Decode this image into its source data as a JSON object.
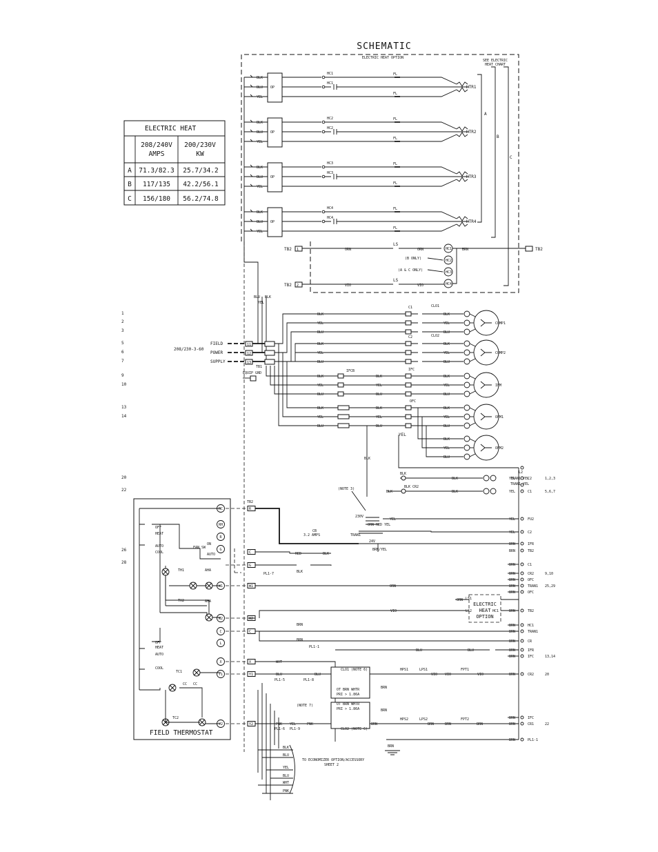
{
  "title": "SCHEMATIC",
  "electric_heat_option_label": "ELECTRIC HEAT OPTION",
  "see_chart_note": [
    "SEE ELECTRIC",
    "HEAT CHART"
  ],
  "heat_table": {
    "title": "ELECTRIC HEAT",
    "headers": [
      "208/240V AMPS",
      "200/230V KW"
    ],
    "rows": [
      {
        "label": "A",
        "amps": "71.3/82.3",
        "kw": "25.7/34.2"
      },
      {
        "label": "B",
        "amps": "117/135",
        "kw": "42.2/56.1"
      },
      {
        "label": "C",
        "amps": "156/180",
        "kw": "56.2/74.8"
      }
    ]
  },
  "heaters": [
    {
      "name": "HTR1",
      "contactor": "HC1",
      "wires": [
        "BLK",
        "BLU",
        "YEL"
      ]
    },
    {
      "name": "HTR2",
      "contactor": "HC2",
      "wires": [
        "BLK",
        "BLU",
        "YEL"
      ]
    },
    {
      "name": "HTR3",
      "contactor": "HC3",
      "wires": [
        "BLK",
        "BLU",
        "YEL"
      ]
    },
    {
      "name": "HTR4",
      "contactor": "HC4",
      "wires": [
        "BLK",
        "BLU",
        "YEL"
      ]
    }
  ],
  "op_label": "OP",
  "fl_label": "FL",
  "group_labels": [
    "A",
    "B",
    "C"
  ],
  "tb2_label": "TB2",
  "ls_label": "LS",
  "hc_notes": [
    "(B ONLY)",
    "(A & C ONLY)"
  ],
  "line_numbers": [
    "1",
    "2",
    "3",
    "5",
    "6",
    "7",
    "9",
    "10",
    "13",
    "14",
    "20",
    "22",
    "26",
    "28"
  ],
  "supply": {
    "voltage": "208/230-3-60",
    "labels": [
      "FIELD",
      "POWER",
      "SUPPLY"
    ],
    "tb": "TB1",
    "ground": "EQUIP GND"
  },
  "loads": [
    {
      "name": "COMP1",
      "contactor": "C1",
      "overload": "CLO1",
      "wires": [
        "BLK",
        "YEL",
        "BLU"
      ]
    },
    {
      "name": "COMP2",
      "contactor": "C2",
      "overload": "CLO2",
      "wires": [
        "BLK",
        "YEL",
        "BLU"
      ]
    },
    {
      "name": "IFM",
      "contactor": "IFC",
      "breaker": "IFCB",
      "wires": [
        "BLK",
        "YEL",
        "BLU"
      ]
    },
    {
      "name": "OFM1",
      "contactor": "OFC",
      "wires": [
        "BLK",
        "YEL",
        "BLU"
      ]
    },
    {
      "name": "OFM2",
      "wires": [
        "BLK",
        "YEL",
        "BLU"
      ]
    }
  ],
  "transformer": {
    "name": "TRAN1",
    "primary": "230V",
    "secondary": "24V",
    "fuse_label": "3.2 AMPS",
    "cb": "CB"
  },
  "notes": [
    "(NOTE 3)",
    "(NOTE 7)",
    "CLO1 (NOTE 6)",
    "CLO2 (NOTE 6)",
    "TO ECONOMIZER OPTION/ACCESSORY",
    "SHEET 2"
  ],
  "thermostat": {
    "label": "FIELD THERMOSTAT",
    "terminals": [
      "RC",
      "RH",
      "R",
      "G",
      "W1",
      "W2",
      "C",
      "L",
      "X",
      "Y1",
      "Y2"
    ],
    "switches": [
      "OFF",
      "HEAT",
      "AUTO",
      "COOL"
    ],
    "fan_switch": [
      "FAN SW",
      "ON",
      "AUTO"
    ],
    "elements": [
      "TH1",
      "TH2",
      "AHA",
      "TC1",
      "TC2",
      "CC"
    ]
  },
  "electric_heat_box": {
    "lines": [
      "ELECTRIC",
      "HEAT",
      "OPTION"
    ],
    "ls1": "LS1",
    "ls2": "LS2",
    "hc": "HC1"
  },
  "right_labels": [
    {
      "wire": "YEL",
      "dev": "TRAN1-YEL",
      "ref": ""
    },
    {
      "wire": "YEL",
      "dev": "C2",
      "ref": "1,2,3"
    },
    {
      "wire": "YEL",
      "dev": "TRAN1-YEL",
      "ref": ""
    },
    {
      "wire": "YEL",
      "dev": "C1",
      "ref": "5,6,7"
    },
    {
      "wire": "YEL",
      "dev": "FU2",
      "ref": ""
    },
    {
      "wire": "YEL",
      "dev": "C2",
      "ref": ""
    },
    {
      "wire": "BRN",
      "dev": "IFR",
      "ref": ""
    },
    {
      "wire": "BRN",
      "dev": "TB2",
      "ref": ""
    },
    {
      "wire": "BRN",
      "dev": "C1",
      "ref": ""
    },
    {
      "wire": "BRN",
      "dev": "CR2",
      "ref": "9,10"
    },
    {
      "wire": "BRN",
      "dev": "OFC",
      "ref": ""
    },
    {
      "wire": "BRN",
      "dev": "TRAN1",
      "ref": "25,29"
    },
    {
      "wire": "BRN",
      "dev": "OFC",
      "ref": ""
    },
    {
      "wire": "BRN",
      "dev": "TB2",
      "ref": ""
    },
    {
      "wire": "BRN",
      "dev": "HC1",
      "ref": ""
    },
    {
      "wire": "BRN",
      "dev": "TRAN1",
      "ref": ""
    },
    {
      "wire": "BRN",
      "dev": "CR",
      "ref": ""
    },
    {
      "wire": "BRN",
      "dev": "IFR",
      "ref": ""
    },
    {
      "wire": "BRN",
      "dev": "IFC",
      "ref": "13,14"
    },
    {
      "wire": "BRN",
      "dev": "CR2",
      "ref": "20"
    },
    {
      "wire": "BRN",
      "dev": "IFC",
      "ref": ""
    },
    {
      "wire": "BRN",
      "dev": "CR1",
      "ref": "22"
    },
    {
      "wire": "BRN",
      "dev": "PL1-1",
      "ref": ""
    }
  ],
  "econ_wires": [
    "BLK",
    "BLU",
    "YEL",
    "BLU",
    "WHT",
    "PNK"
  ],
  "switch_labels": [
    "HPS1",
    "LPS1",
    "HPS2",
    "LPS2",
    "FPT1",
    "FPT2"
  ]
}
